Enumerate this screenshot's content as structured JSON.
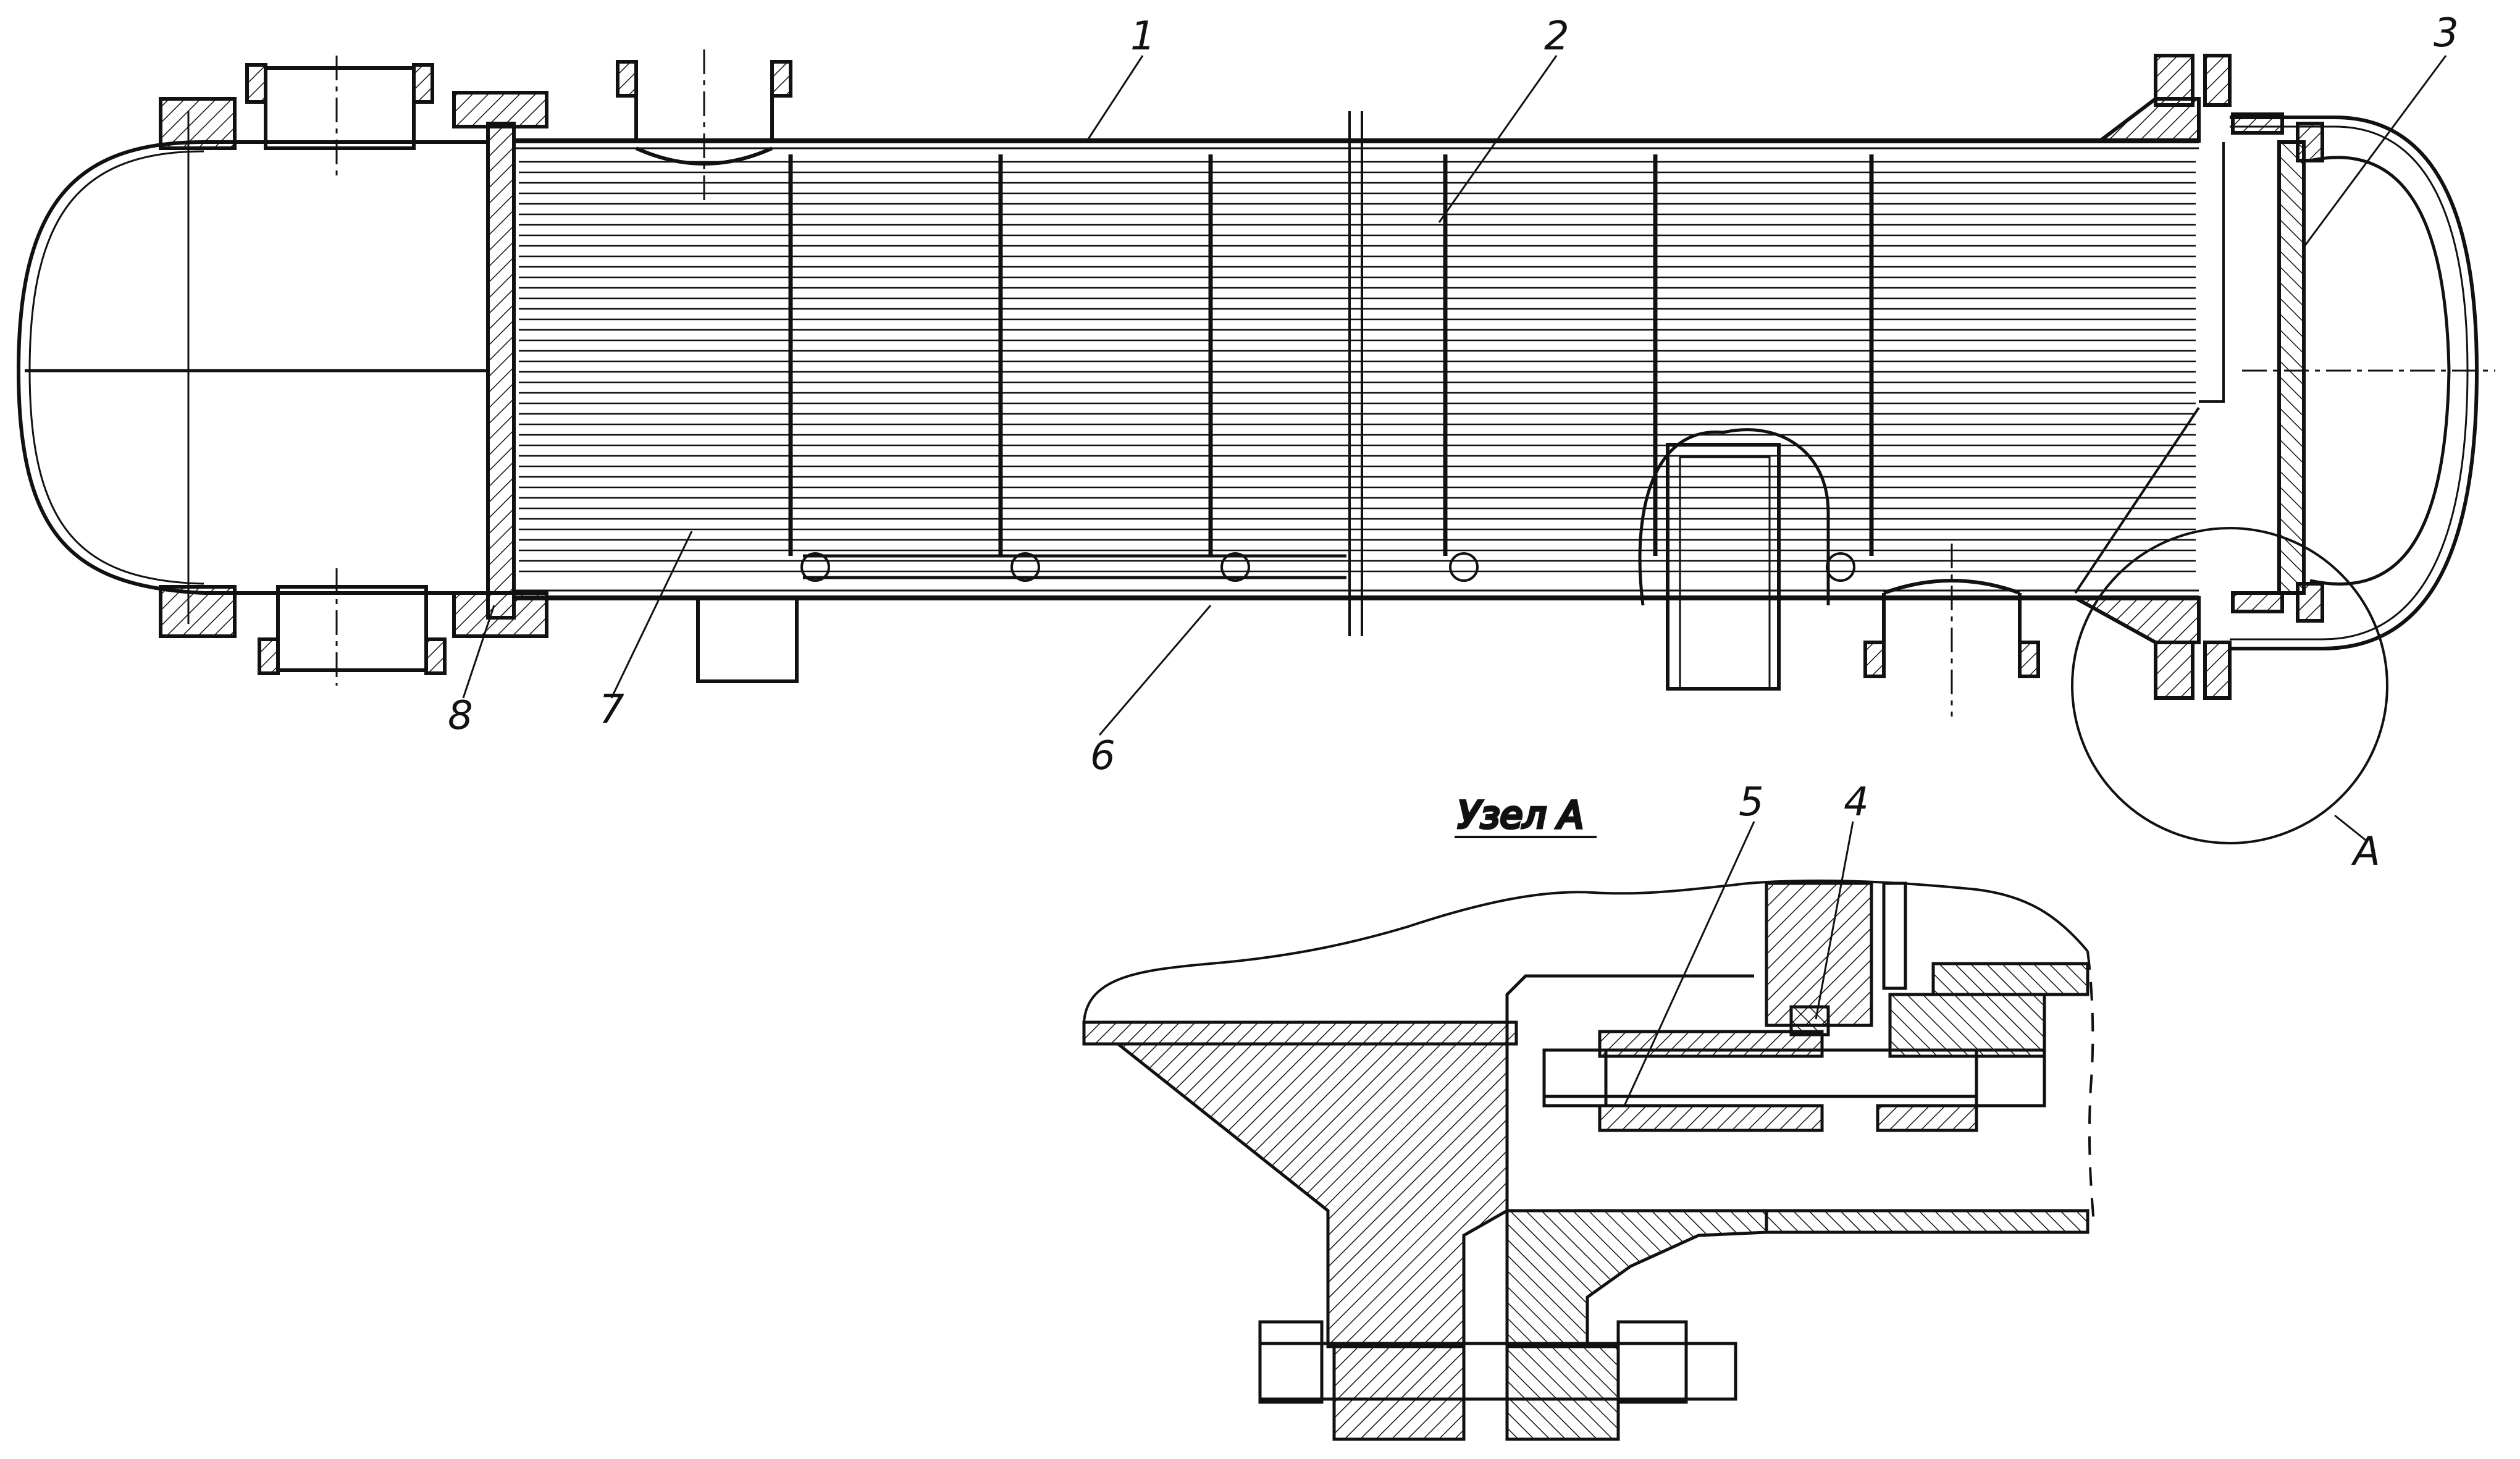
{
  "drawing": {
    "callouts": {
      "c1": "1",
      "c2": "2",
      "c3": "3",
      "c4": "4",
      "c5": "5",
      "c6": "6",
      "c7": "7",
      "c8": "8",
      "detail_marker": "A"
    },
    "detail_title": "Узел А",
    "colors": {
      "ink": "#111111",
      "paper": "#ffffff"
    }
  }
}
